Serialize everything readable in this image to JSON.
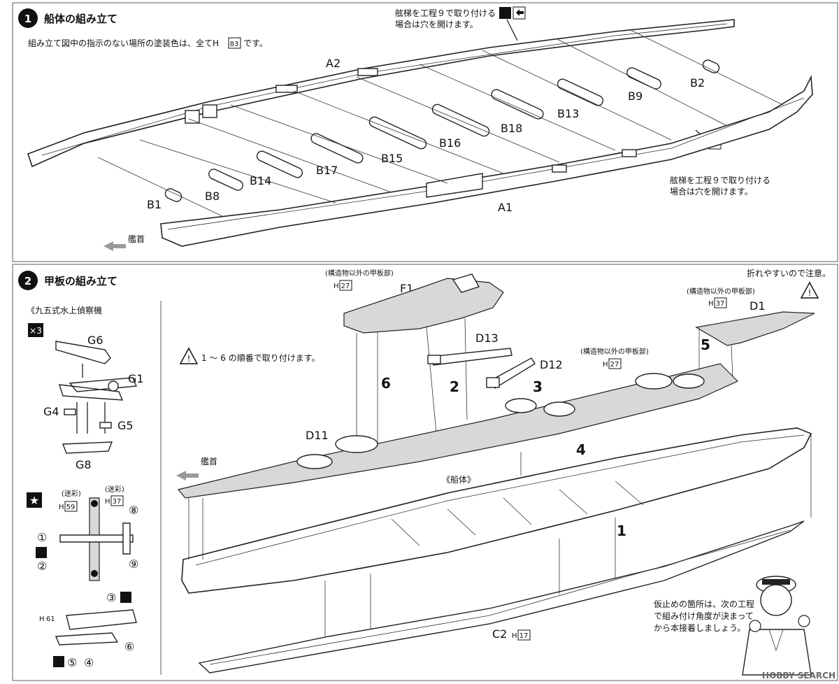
{
  "step1": {
    "number": "1",
    "title": "船体の組み立て",
    "note_text": "組み立て図中の指示のない場所の塗装色は、全てH",
    "note_color": "83",
    "note_suffix": "です。",
    "ladder_note_top": [
      "舷梯を工程９で取り付ける",
      "場合は穴を開けます。"
    ],
    "ladder_note_right": [
      "舷梯を工程９で取り付ける",
      "場合は穴を開けます。"
    ],
    "bow_label": "艦首",
    "parts": [
      "A2",
      "B2",
      "B9",
      "B13",
      "B18",
      "B16",
      "B15",
      "B17",
      "B14",
      "B8",
      "B1",
      "A1"
    ]
  },
  "step2": {
    "number": "2",
    "title": "甲板の組み立て",
    "aircraft_title": "《九五式水上偵察機",
    "qty_badge": "×3",
    "aircraft_parts": [
      "G6",
      "G1",
      "G4",
      "G5",
      "G8"
    ],
    "order_note": "1 ～ 6 の順番で取り付けます。",
    "fragile_note": "折れやすいので注意。",
    "deck_note": "(構造物以外の甲板部)",
    "colors": {
      "f1": "27",
      "d1": "37",
      "d13area": "27",
      "c2": "17",
      "camo1": "59",
      "camo2": "37",
      "float": "61"
    },
    "camo_label": "(迷彩)",
    "parts": [
      "F1",
      "D1",
      "D13",
      "D12",
      "D11",
      "C2"
    ],
    "steps": [
      "6",
      "2",
      "3",
      "5",
      "4",
      "1"
    ],
    "hull_label": "《船体》",
    "bow_label": "艦首",
    "decal_numbers": [
      "⑧",
      "①",
      "②",
      "⑨",
      "③",
      "⑥",
      "⑤",
      "④"
    ],
    "tip": [
      "仮止めの箇所は、次の工程",
      "で組み付け角度が決まって",
      "から本接着しましょう。"
    ]
  },
  "watermark": "HOBBY SEARCH",
  "colors": {
    "ink": "#111111",
    "deck": "#d8d8d8",
    "frame": "#222222"
  }
}
